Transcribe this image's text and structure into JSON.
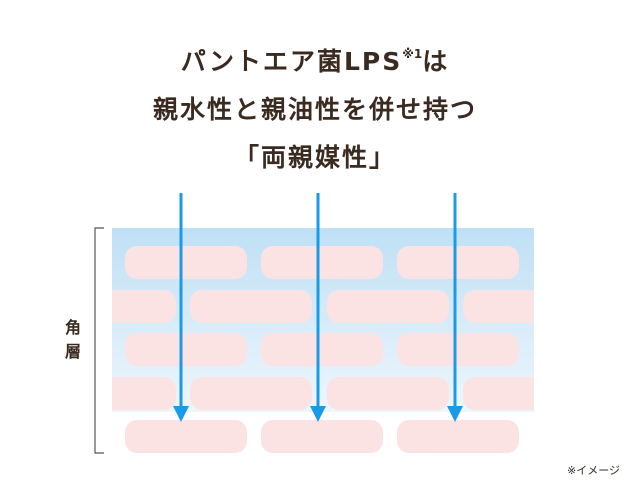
{
  "title": {
    "line1_main": "パントエア菌LPS",
    "line1_sup": "※1",
    "line1_end": "は",
    "line2": "親水性と親油性を併せ持つ",
    "line3": "「両親媒性」"
  },
  "diagram": {
    "layer_label": "角層",
    "arrow_count": 3
  },
  "note": "※イメージ",
  "colors": {
    "text": "#3a2a20",
    "layer_top": "#bfe0f5",
    "layer_bottom": "#eef6fc",
    "cell": "#fce3e3",
    "arrow": "#1a9be8",
    "bracket": "#555555"
  }
}
